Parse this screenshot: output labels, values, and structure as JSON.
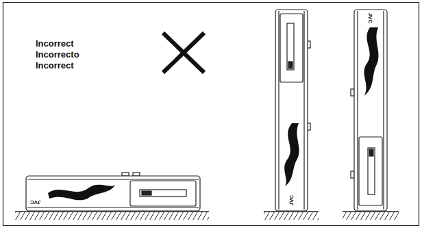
{
  "diagram": {
    "labels": [
      "Incorrect",
      "Incorrecto",
      "Incorrect",
      "JVC",
      "JVC",
      "JVC"
    ]
  }
}
